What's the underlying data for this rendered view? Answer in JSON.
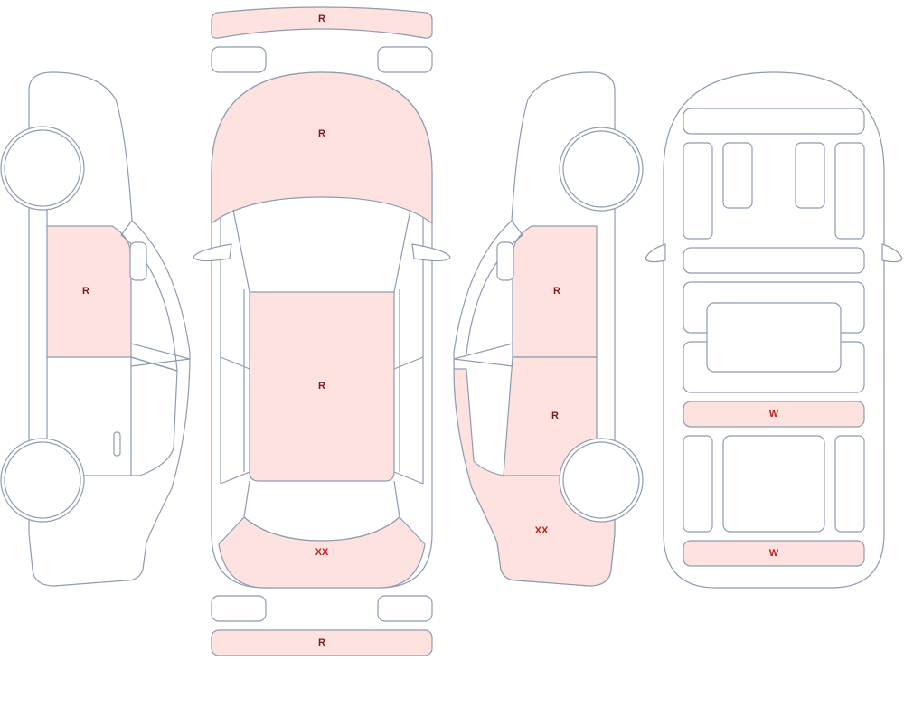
{
  "colors": {
    "damage_fill": "#fde2df",
    "outline": "#8e9bb0",
    "label_dark": "#7a1a1a",
    "label_red": "#c0201a"
  },
  "panels": {
    "front_bumper": {
      "code": "R",
      "damaged": true
    },
    "hood": {
      "code": "R",
      "damaged": true
    },
    "roof": {
      "code": "R",
      "damaged": true
    },
    "trunk": {
      "code": "XX",
      "damaged": true
    },
    "rear_bumper": {
      "code": "R",
      "damaged": true
    },
    "left_front_door": {
      "code": "R",
      "damaged": true
    },
    "right_front_door": {
      "code": "R",
      "damaged": true
    },
    "right_rear_door": {
      "code": "R",
      "damaged": true
    },
    "right_rear_quarter": {
      "code": "XX",
      "damaged": true
    },
    "underbody_crossmember_1": {
      "code": "W",
      "damaged": true
    },
    "underbody_crossmember_2": {
      "code": "W",
      "damaged": true
    }
  }
}
